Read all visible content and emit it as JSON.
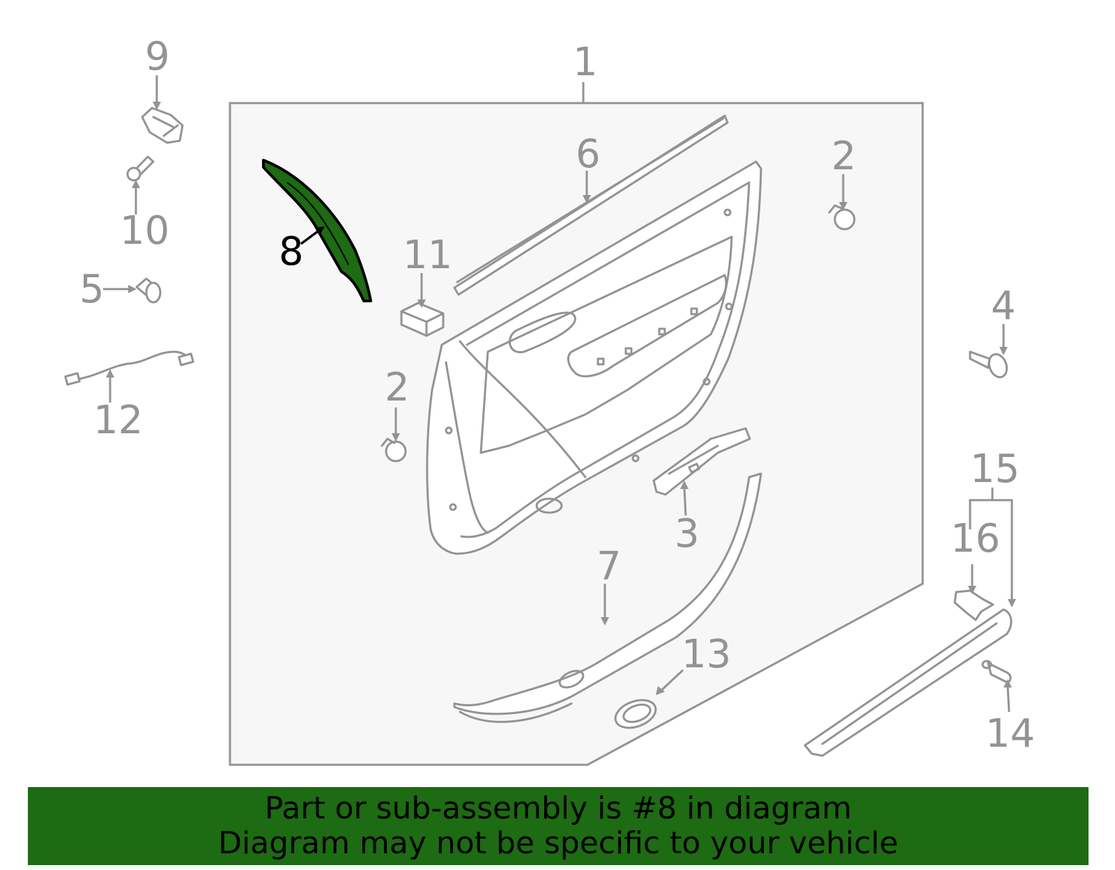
{
  "callouts": [
    {
      "id": "1",
      "text": "1"
    },
    {
      "id": "2a",
      "text": "2"
    },
    {
      "id": "2b",
      "text": "2"
    },
    {
      "id": "3",
      "text": "3"
    },
    {
      "id": "4",
      "text": "4"
    },
    {
      "id": "5",
      "text": "5"
    },
    {
      "id": "6",
      "text": "6"
    },
    {
      "id": "7",
      "text": "7"
    },
    {
      "id": "8",
      "text": "8"
    },
    {
      "id": "9",
      "text": "9"
    },
    {
      "id": "10",
      "text": "10"
    },
    {
      "id": "11",
      "text": "11"
    },
    {
      "id": "12",
      "text": "12"
    },
    {
      "id": "13",
      "text": "13"
    },
    {
      "id": "14",
      "text": "14"
    },
    {
      "id": "15",
      "text": "15"
    },
    {
      "id": "16",
      "text": "16"
    }
  ],
  "highlight": {
    "part": "8",
    "color": "#1d6b12"
  },
  "colors": {
    "line": "#939393",
    "panel_bg": "#f7f7f7",
    "banner_bg": "#1d6b12"
  },
  "banner": {
    "line1": "Part or sub-assembly is #8 in diagram",
    "line2": "Diagram may not be specific to your vehicle"
  }
}
